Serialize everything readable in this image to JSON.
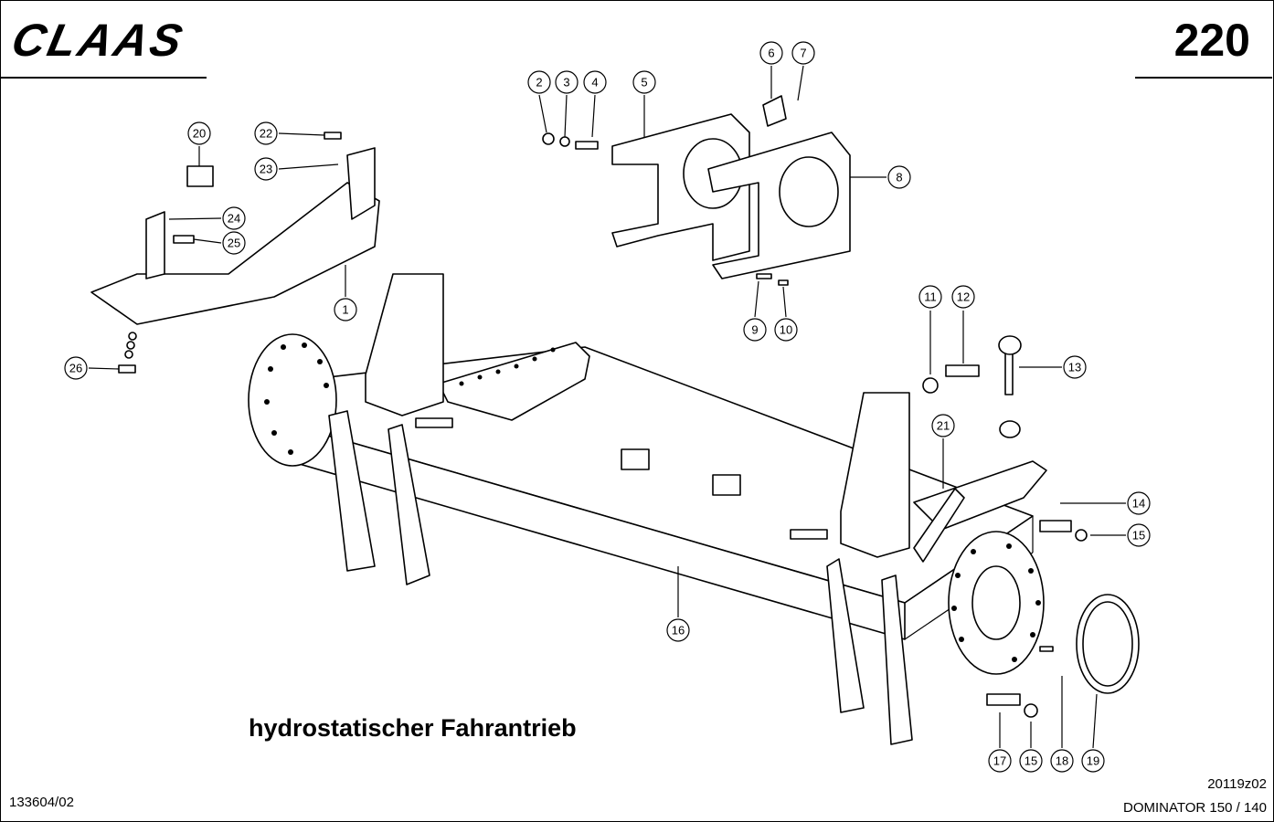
{
  "header": {
    "brand": "CLAAS",
    "page_number": "220"
  },
  "caption": "hydrostatischer Fahrantrieb",
  "footer": {
    "document_number": "133604/02",
    "drawing_number": "20119z02",
    "model": "DOMINATOR 150 / 140"
  },
  "callouts": [
    "1",
    "2",
    "3",
    "4",
    "5",
    "6",
    "7",
    "8",
    "9",
    "10",
    "11",
    "12",
    "13",
    "14",
    "15",
    "15",
    "16",
    "17",
    "18",
    "19",
    "20",
    "21",
    "22",
    "23",
    "24",
    "25",
    "26"
  ]
}
